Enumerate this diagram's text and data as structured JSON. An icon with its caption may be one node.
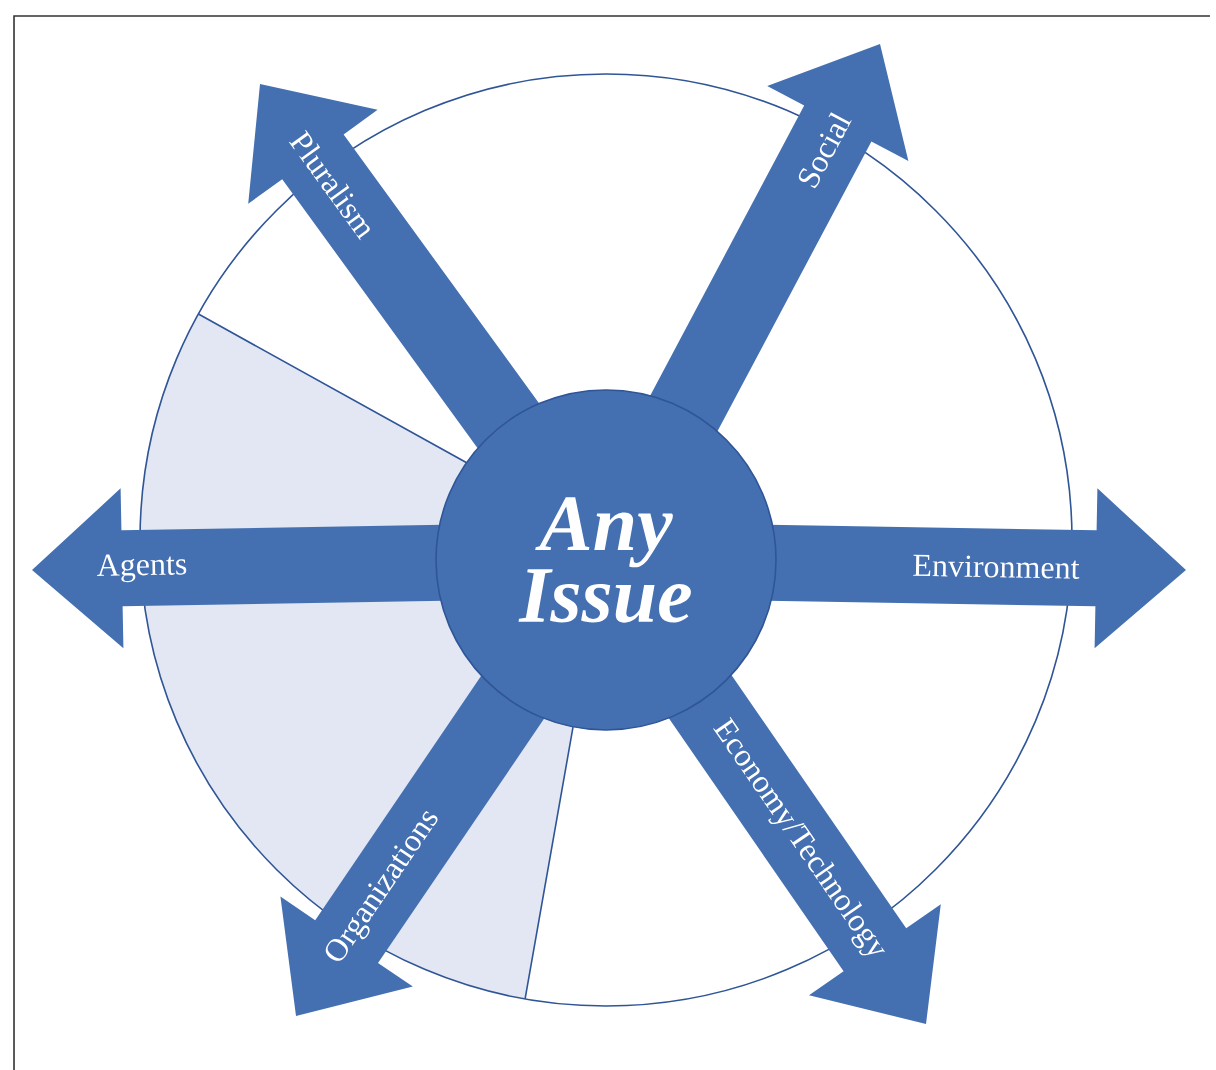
{
  "diagram": {
    "nodes": [
      {
        "text": [
          "Pluralism"
        ]
      },
      {
        "text": [
          "Social"
        ]
      },
      {
        "text": [
          "Agents"
        ]
      },
      {
        "text": [
          "Any Issue"
        ]
      },
      {
        "text": [
          "Environment"
        ]
      },
      {
        "text": [
          "Organizations"
        ]
      },
      {
        "text": [
          "Economy/Technology"
        ]
      }
    ]
  }
}
